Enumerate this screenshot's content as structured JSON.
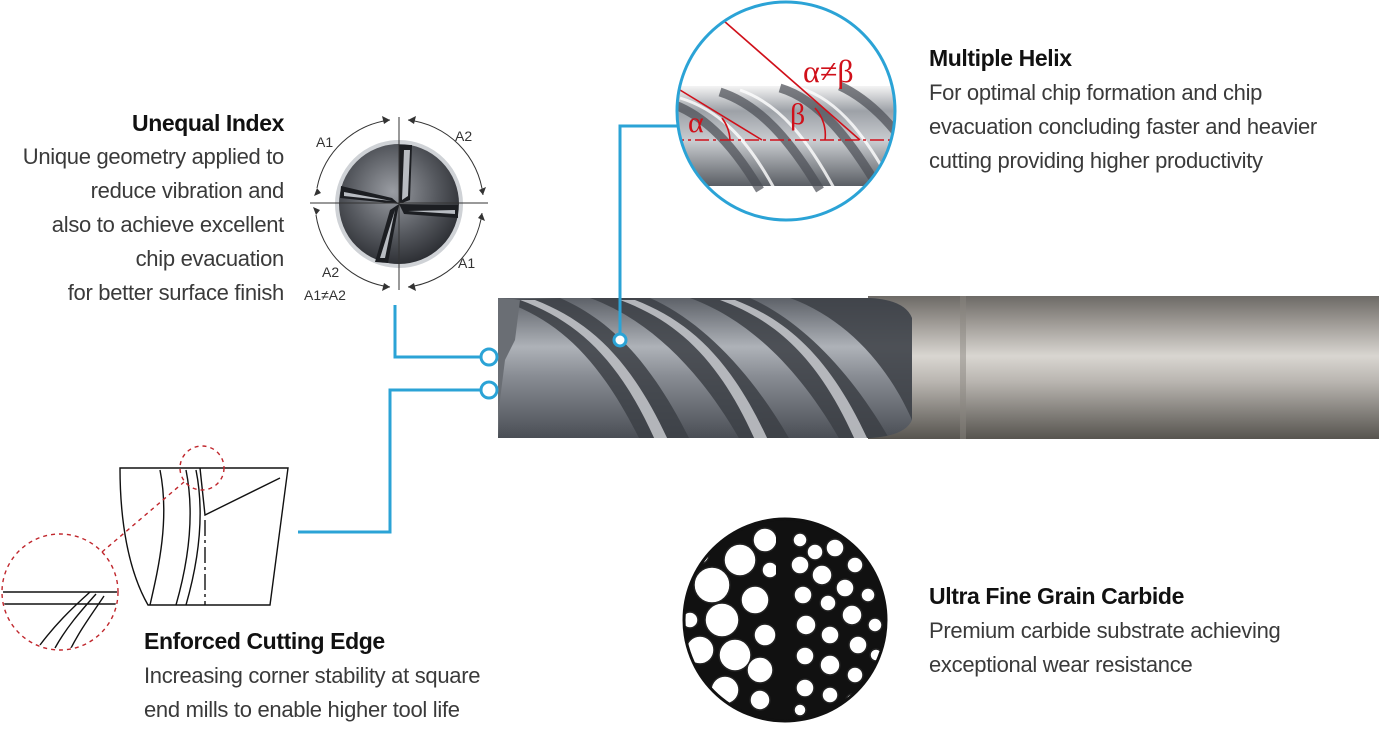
{
  "features": {
    "unequal_index": {
      "title": "Unequal Index",
      "lines": [
        "Unique geometry applied to",
        "reduce vibration and",
        "also to achieve excellent",
        "chip evacuation",
        "for better surface finish"
      ]
    },
    "multiple_helix": {
      "title": "Multiple Helix",
      "lines": [
        "For optimal chip formation and chip",
        "evacuation concluding faster and heavier",
        "cutting providing higher productivity"
      ]
    },
    "enforced_cutting_edge": {
      "title": "Enforced Cutting Edge",
      "lines": [
        "Increasing corner stability at square",
        "end mills to enable higher tool life"
      ]
    },
    "ultra_fine_grain": {
      "title": "Ultra Fine Grain Carbide",
      "lines": [
        "Premium carbide substrate achieving",
        "exceptional wear resistance"
      ]
    }
  },
  "index_diagram": {
    "labels": {
      "a1_top": "A1",
      "a2_top": "A2",
      "a2_bottom": "A2",
      "a1_bottom": "A1",
      "inequality": "A1≠A2"
    }
  },
  "helix_diagram": {
    "alpha": "α",
    "beta": "β",
    "inequality": "α≠β"
  },
  "colors": {
    "accent_blue": "#2ba3d6",
    "annotation_red": "#d0101a",
    "dashed_red": "#c0262c",
    "text_dark": "#111111",
    "text_body": "#3a3a3a"
  }
}
